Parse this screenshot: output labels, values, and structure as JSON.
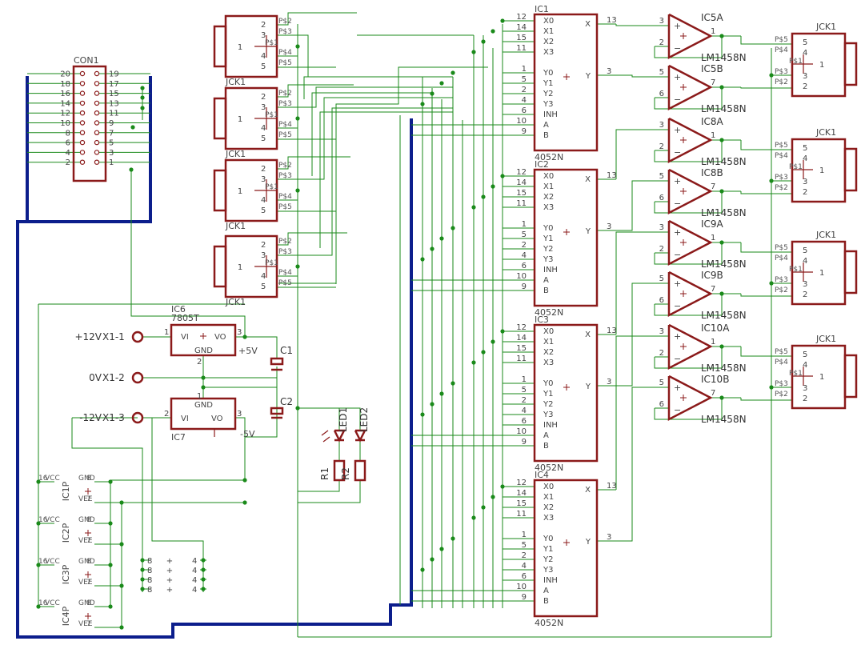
{
  "connector": {
    "name": "CON1",
    "left_pins": [
      "20",
      "18",
      "16",
      "14",
      "12",
      "10",
      "8",
      "6",
      "4",
      "2"
    ],
    "right_pins": [
      "19",
      "17",
      "15",
      "13",
      "11",
      "9",
      "7",
      "5",
      "3",
      "1"
    ]
  },
  "jacks_left": {
    "name": "JCK1",
    "pin_labels": [
      "2",
      "3",
      "1",
      "4",
      "5"
    ],
    "pad_labels": [
      "P$2",
      "P$3",
      "P$1",
      "P$4",
      "P$5"
    ]
  },
  "jacks_right": {
    "name": "JCK1",
    "pin_labels": [
      "5",
      "4",
      "1",
      "3",
      "2"
    ],
    "pad_labels": [
      "P$5",
      "P$4",
      "P$1",
      "P$3",
      "P$2"
    ]
  },
  "muxes": {
    "part": "4052N",
    "names": [
      "IC1",
      "IC2",
      "IC3",
      "IC4"
    ],
    "pins_left": [
      {
        "num": "12",
        "name": "X0"
      },
      {
        "num": "14",
        "name": "X1"
      },
      {
        "num": "15",
        "name": "X2"
      },
      {
        "num": "11",
        "name": "X3"
      },
      {
        "num": "1",
        "name": "Y0"
      },
      {
        "num": "5",
        "name": "Y1"
      },
      {
        "num": "2",
        "name": "Y2"
      },
      {
        "num": "4",
        "name": "Y3"
      },
      {
        "num": "6",
        "name": "INH"
      },
      {
        "num": "10",
        "name": "A"
      },
      {
        "num": "9",
        "name": "B"
      }
    ],
    "pins_right": [
      {
        "num": "13",
        "name": "X"
      },
      {
        "num": "3",
        "name": "Y"
      }
    ]
  },
  "opamps": {
    "part": "LM1458N",
    "names": [
      "IC5A",
      "IC5B",
      "IC8A",
      "IC8B",
      "IC9A",
      "IC9B",
      "IC10A",
      "IC10B"
    ],
    "in_pins": [
      [
        "3",
        "2"
      ],
      [
        "5",
        "6"
      ],
      [
        "3",
        "2"
      ],
      [
        "5",
        "6"
      ],
      [
        "3",
        "2"
      ],
      [
        "5",
        "6"
      ],
      [
        "3",
        "2"
      ],
      [
        "5",
        "6"
      ]
    ],
    "out_pins": [
      "1",
      "7",
      "1",
      "7",
      "1",
      "7",
      "1",
      "7"
    ]
  },
  "power": {
    "reg1": {
      "name": "IC6",
      "part": "7805T",
      "vi": "VI",
      "vo": "VO",
      "gnd": "GND",
      "pin_in": "1",
      "pin_out": "3",
      "pin_gnd": "2"
    },
    "reg2": {
      "name": "IC7",
      "vi": "VI",
      "vo": "VO",
      "gnd": "GND",
      "pin_in": "2",
      "pin_out": "3",
      "pin_gnd": "1"
    },
    "plus5": "+5V",
    "minus5": "-5V",
    "inputs": [
      {
        "label": "+12V",
        "name": "X1-1"
      },
      {
        "label": "0V",
        "name": "X1-2"
      },
      {
        "label": "-12V",
        "name": "X1-3"
      }
    ],
    "caps": [
      "C1",
      "C2"
    ],
    "leds": [
      "LED1",
      "LED2"
    ],
    "resistors": [
      "R1",
      "R2"
    ]
  },
  "supply_pins": {
    "names": [
      "IC1P",
      "IC2P",
      "IC3P",
      "IC4P"
    ],
    "vcc": "VCC",
    "gnd": "GND",
    "vee": "VEE",
    "vcc_pin": "16",
    "gnd_pin": "8",
    "vee_pin": "7"
  },
  "dip": {
    "left": "8",
    "right": "4"
  },
  "colors": {
    "wire": "#1a8a1a",
    "bus": "#0c1e8c",
    "part": "#8b1a1a",
    "text": "#444444"
  }
}
